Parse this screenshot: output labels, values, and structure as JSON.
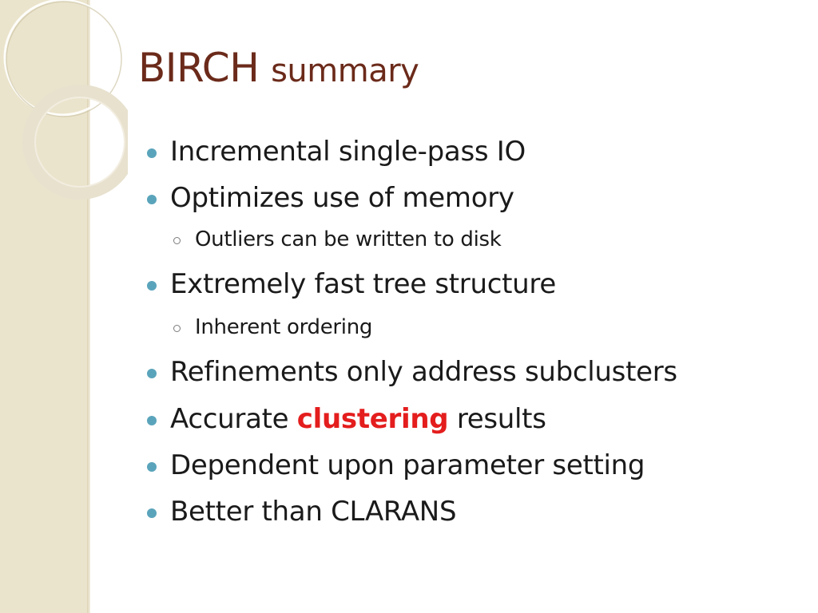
{
  "slide": {
    "title_main": "BIRCH",
    "title_rest": "summary",
    "colors": {
      "title": "#6b2a1a",
      "text": "#1a1a1a",
      "bullet": "#5aa4bb",
      "highlight": "#e41d1d",
      "sidebar": "#ebe4cc"
    },
    "bullets": [
      {
        "level": 1,
        "text": "Incremental single-pass IO"
      },
      {
        "level": 1,
        "text": "Optimizes use of memory"
      },
      {
        "level": 2,
        "text": "Outliers can be written to disk"
      },
      {
        "level": 1,
        "text": "Extremely fast tree structure"
      },
      {
        "level": 2,
        "text": "Inherent ordering"
      },
      {
        "level": 1,
        "text": "Refinements only address subclusters"
      },
      {
        "level": 1,
        "before": "Accurate ",
        "highlight": "clustering",
        "after": " results"
      },
      {
        "level": 1,
        "text": "Dependent upon parameter setting"
      },
      {
        "level": 1,
        "text": "Better than CLARANS"
      }
    ]
  }
}
